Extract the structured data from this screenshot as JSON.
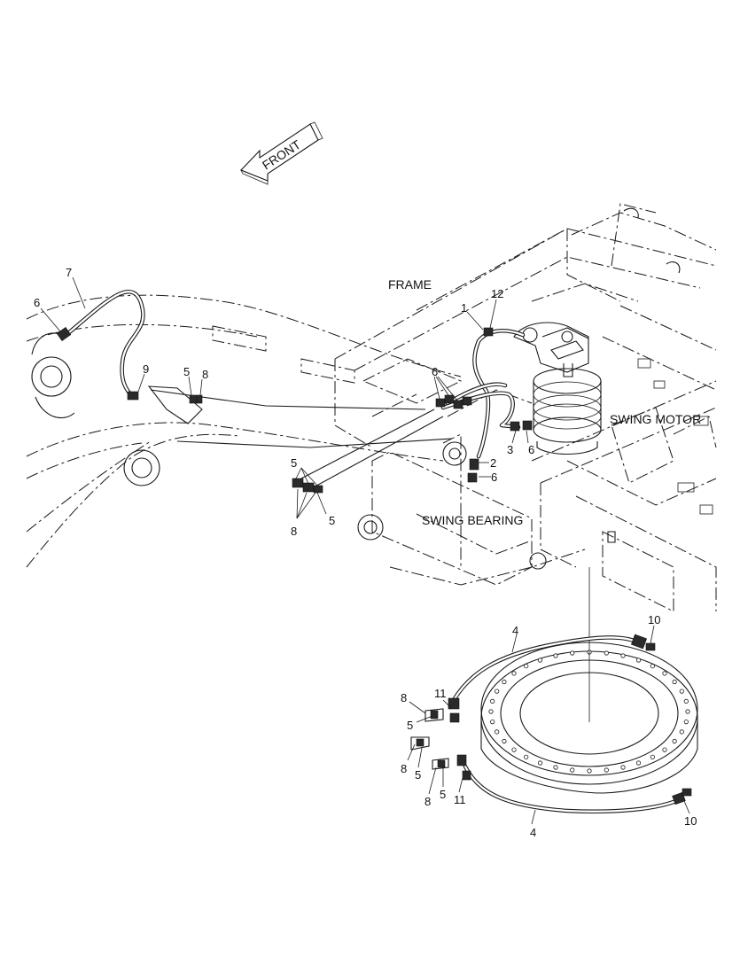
{
  "direction_arrow": {
    "text": "FRONT"
  },
  "component_labels": {
    "frame": "FRAME",
    "swing_motor": "SWING MOTOR",
    "swing_bearing": "SWING BEARING"
  },
  "callouts": {
    "c1": "1",
    "c2": "2",
    "c3": "3",
    "c4a": "4",
    "c4b": "4",
    "c5a": "5",
    "c5b": "5",
    "c5c": "5",
    "c5d": "5",
    "c5e": "5",
    "c5f": "5",
    "c6a": "6",
    "c6b": "6",
    "c6c": "6",
    "c6d": "6",
    "c7": "7",
    "c8a": "8",
    "c8b": "8",
    "c8c": "8",
    "c8d": "8",
    "c8e": "8",
    "c9": "9",
    "c10a": "10",
    "c10b": "10",
    "c11a": "11",
    "c11b": "11",
    "c12": "12"
  },
  "colors": {
    "line": "#1a1a1a",
    "background": "#ffffff"
  }
}
